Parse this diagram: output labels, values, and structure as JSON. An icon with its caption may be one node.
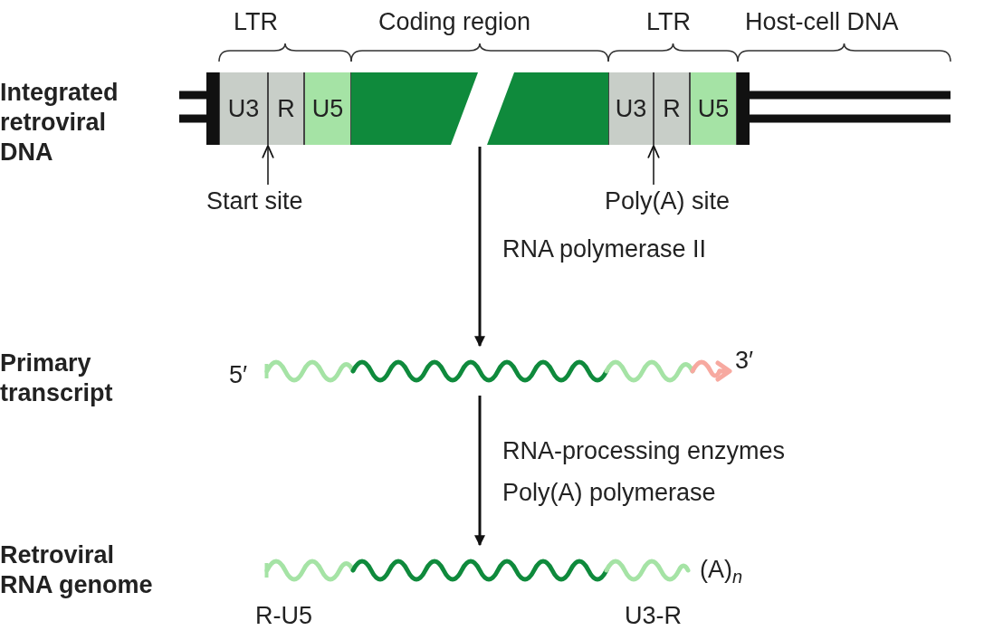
{
  "diagram": {
    "nodes": [
      {
        "text": [],
        "shape": "bar"
      },
      {
        "text": [
          "U3"
        ],
        "in": 0
      },
      {
        "text": [
          "R"
        ],
        "in": 0
      },
      {
        "text": [
          "U5"
        ],
        "in": 0
      },
      {
        "text": [],
        "shape": "box",
        "in": 0
      },
      {
        "text": [],
        "shape": "box",
        "in": 0
      },
      {
        "text": [
          "U3"
        ],
        "in": 0
      },
      {
        "text": [
          "R"
        ],
        "in": 0
      },
      {
        "text": [
          "U5"
        ],
        "in": 0
      },
      {
        "text": [
          "Start site"
        ]
      },
      {
        "text": [
          "Poly(A) site"
        ]
      },
      {
        "text": [],
        "shape": "picture",
        "beside": [
          "5′",
          "3′"
        ]
      },
      {
        "text": [],
        "shape": "picture",
        "beside": [
          "(A)$_{n}$",
          "R-U5",
          "U3-R"
        ]
      }
    ],
    "edges": [
      {
        "from": 9,
        "to": 2,
        "arrow": "to"
      },
      {
        "from": 10,
        "to": 7,
        "arrow": "to"
      },
      {
        "from": 0,
        "to": 11,
        "arrow": "to",
        "label": "RNA polymerase II"
      },
      {
        "from": 11,
        "to": 12,
        "arrow": "to",
        "label": "RNA-processing enzymes Poly(A) polymerase"
      }
    ],
    "labels": [
      "LTR",
      "Coding region",
      "LTR",
      "Host-cell DNA",
      "Integrated retroviral DNA",
      "Primary transcript",
      "Retroviral RNA genome"
    ]
  }
}
